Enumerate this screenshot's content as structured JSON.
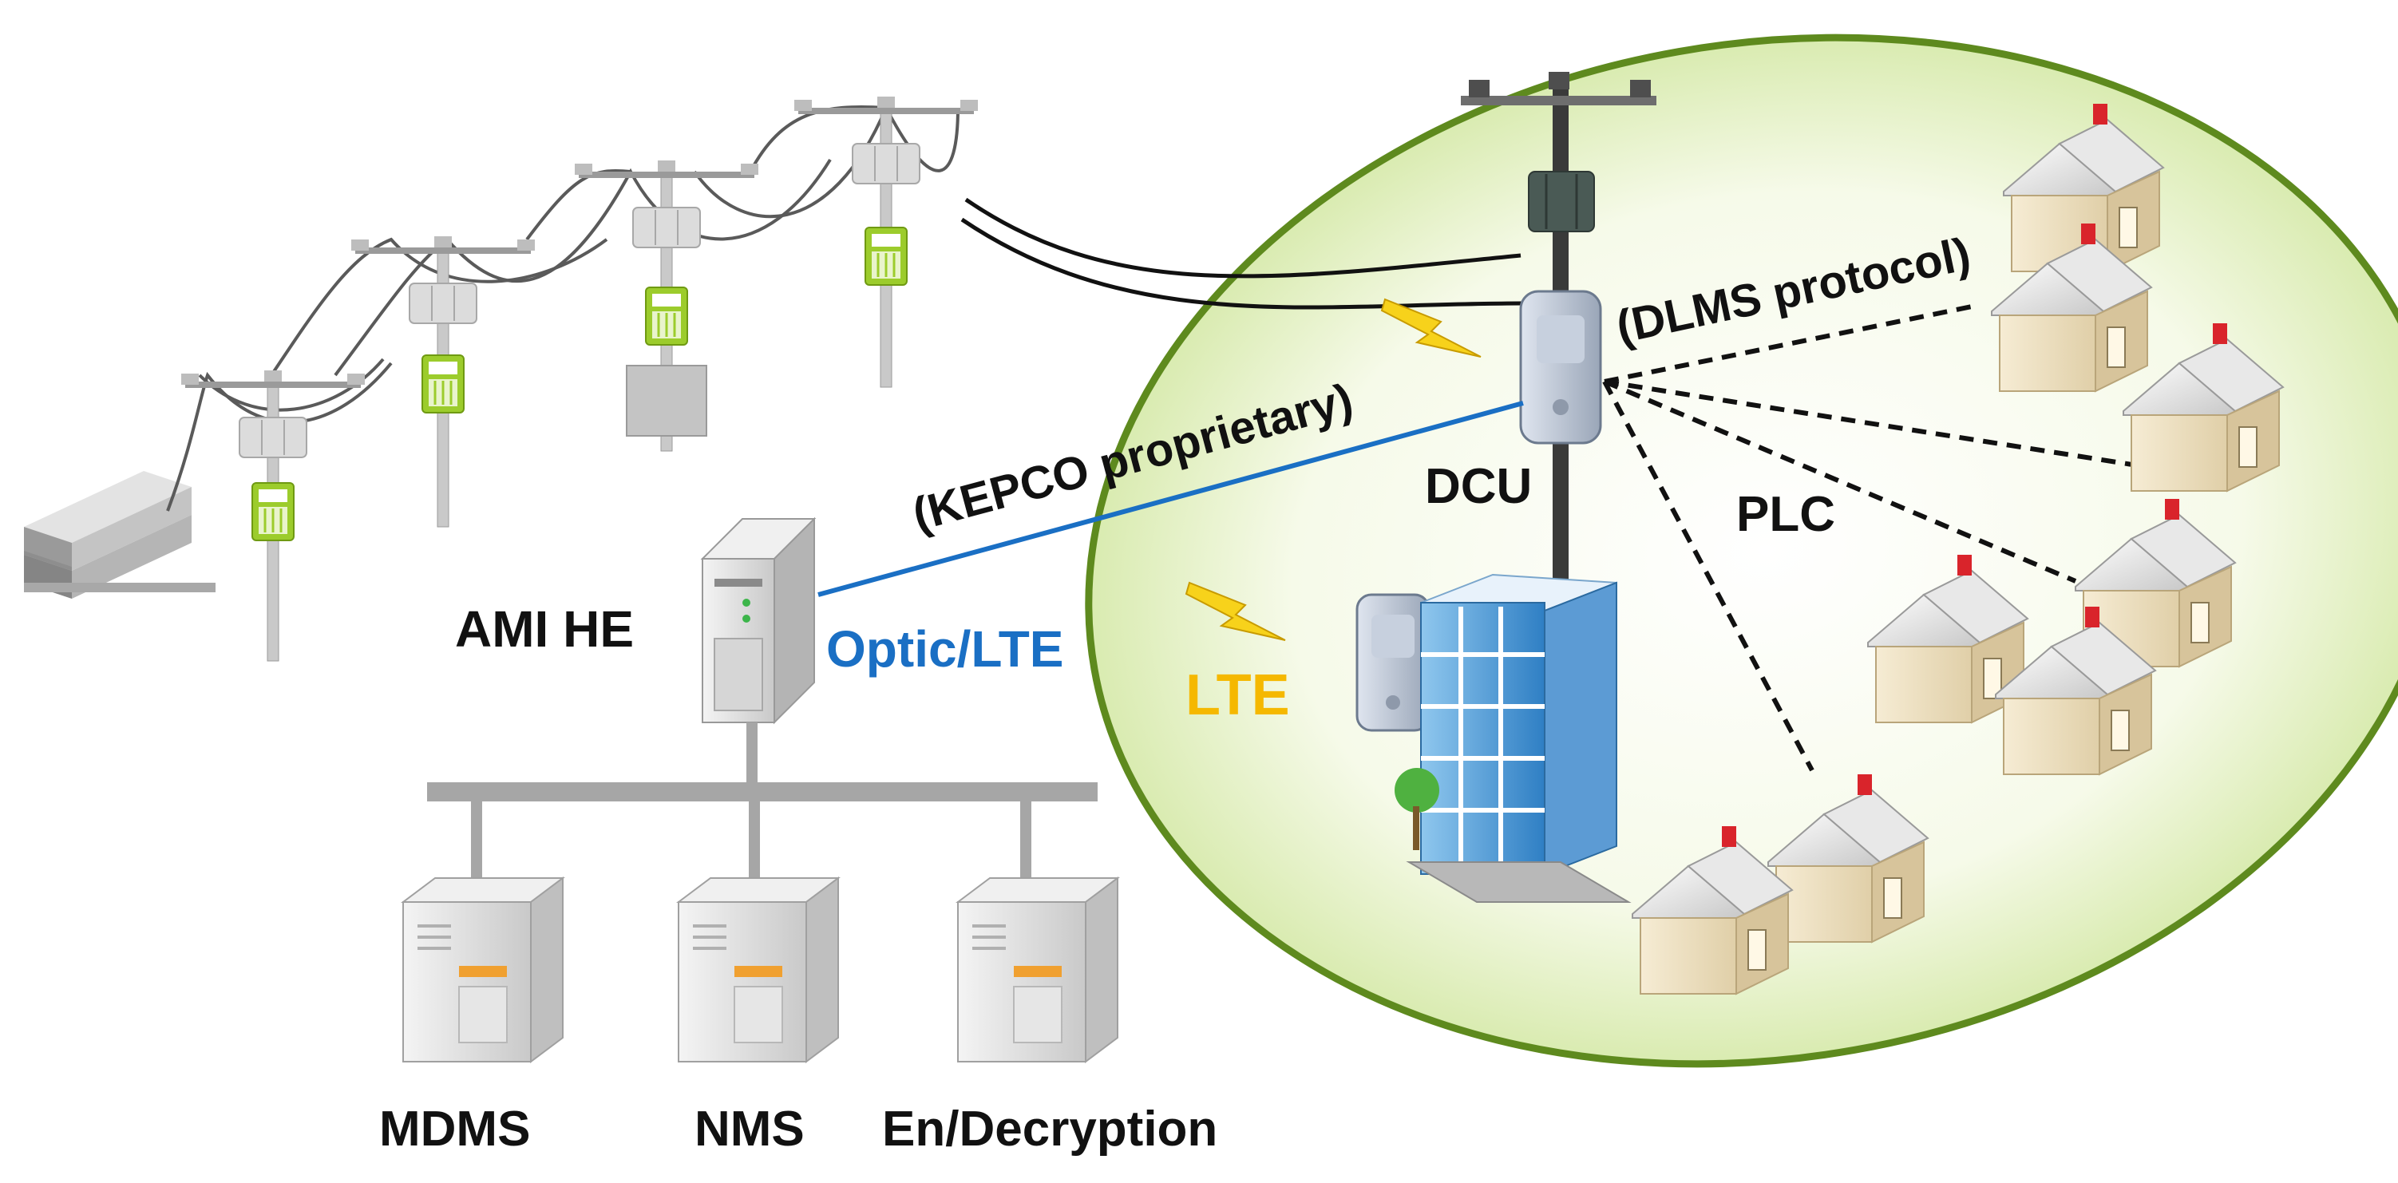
{
  "labels": {
    "ami_he": "AMI HE",
    "optic_lte": "Optic/LTE",
    "kepco": "(KEPCO proprietary)",
    "dcu": "DCU",
    "dlms": "(DLMS protocol)",
    "plc": "PLC",
    "lte": "LTE",
    "mdms": "MDMS",
    "nms": "NMS",
    "encryption": "En/Decryption"
  },
  "colors": {
    "optic_link": "#1a6fc4",
    "lte_text": "#f5b800",
    "lightning": "#f7d21b",
    "meter": "#9ccc2c",
    "area_fill": "#eef6d8",
    "area_stroke": "#5e8a1e",
    "text": "#111111"
  },
  "icons": [
    "utility-pole-icon",
    "smart-meter-icon",
    "power-plant-icon",
    "server-icon",
    "dcu-icon",
    "building-icon",
    "house-icon",
    "lightning-icon"
  ]
}
